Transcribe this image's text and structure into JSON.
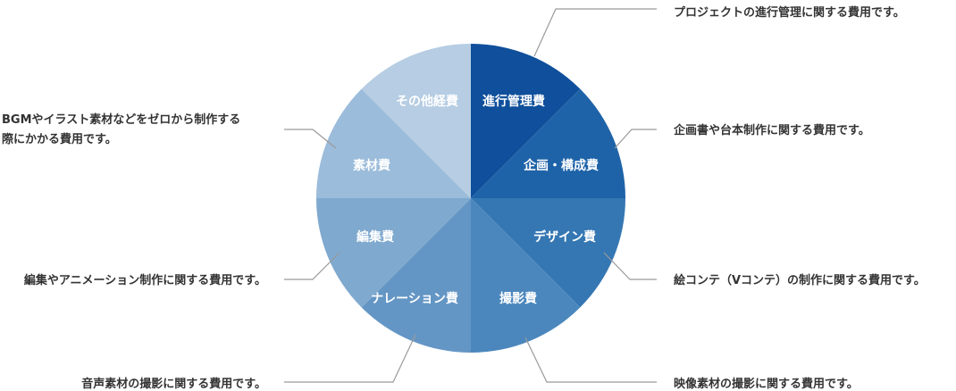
{
  "chart_data": {
    "type": "pie",
    "slices": [
      {
        "label": "進行管理費",
        "value": 1,
        "color": "#0f4f9b",
        "description": [
          "プロジェクトの進行管理に関する費用です。"
        ]
      },
      {
        "label": "企画・構成費",
        "value": 1,
        "color": "#1e63a8",
        "description": [
          "企画書や台本制作に関する費用です。"
        ]
      },
      {
        "label": "デザイン費",
        "value": 1,
        "color": "#3577b3",
        "description": [
          "絵コンテ（Vコンテ）の制作に関する費用です。"
        ]
      },
      {
        "label": "撮影費",
        "value": 1,
        "color": "#4b87bd",
        "description": [
          "映像素材の撮影に関する費用です。"
        ]
      },
      {
        "label": "ナレーション費",
        "value": 1,
        "color": "#6496c5",
        "description": [
          "音声素材の撮影に関する費用です。"
        ]
      },
      {
        "label": "編集費",
        "value": 1,
        "color": "#7fa9cf",
        "description": [
          "編集やアニメーション制作に関する費用です。"
        ]
      },
      {
        "label": "素材費",
        "value": 1,
        "color": "#9bbcda",
        "description": [
          "BGMやイラスト素材などをゼロから制作する",
          "際にかかる費用です。"
        ]
      },
      {
        "label": "その他経費",
        "value": 1,
        "color": "#b6cde3",
        "description": []
      }
    ]
  }
}
